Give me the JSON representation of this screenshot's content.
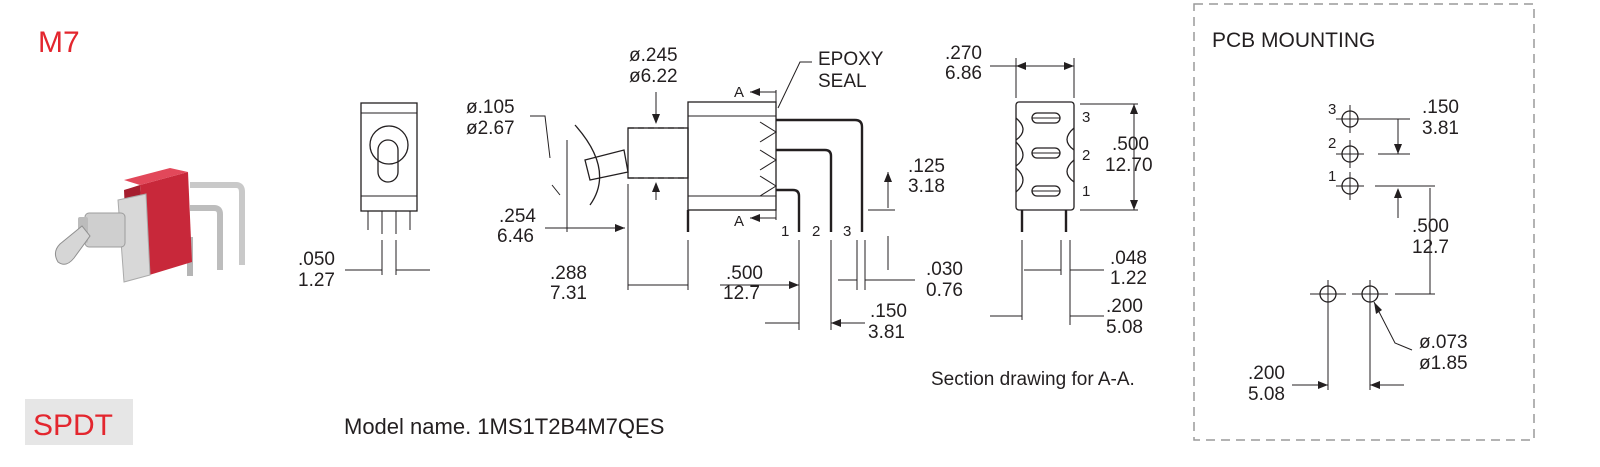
{
  "header": {
    "series_code": "M7"
  },
  "badge": {
    "label": "SPDT"
  },
  "model": {
    "label": "Model name. 1MS1T2B4M7QES"
  },
  "section_note": "Section drawing for A-A.",
  "pcb": {
    "title": "PCB MOUNTING"
  },
  "dims": {
    "pin_width": [
      ".050",
      "1.27"
    ],
    "bushing_dia": [
      "ø.245",
      "ø6.22"
    ],
    "lever_dia": [
      "ø.105",
      "ø2.67"
    ],
    "lever_len": [
      ".254",
      "6.46"
    ],
    "bushing_len": [
      ".288",
      "7.31"
    ],
    "body_len": [
      ".500",
      "12.7"
    ],
    "pin_height": [
      ".125",
      "3.18"
    ],
    "pin_thick": [
      ".030",
      "0.76"
    ],
    "pin_pitch_side": [
      ".150",
      "3.81"
    ],
    "body_width": [
      ".270",
      "6.86"
    ],
    "pin_span": [
      ".500",
      "12.70"
    ],
    "pin_face": [
      ".048",
      "1.22"
    ],
    "pin_gap": [
      ".200",
      "5.08"
    ],
    "pcb_pitch": [
      ".150",
      "3.81"
    ],
    "pcb_span": [
      ".500",
      "12.7"
    ],
    "pcb_hole": [
      "ø.073",
      "ø1.85"
    ],
    "pcb_gap": [
      ".200",
      "5.08"
    ]
  },
  "epoxy": [
    "EPOXY",
    "SEAL"
  ],
  "section_marks": [
    "A",
    "A"
  ],
  "pin_numbers": [
    "1",
    "2",
    "3"
  ],
  "colors": {
    "accent_red": "#e3262e",
    "badge_bg": "#e6e6e6",
    "line": "#231f20"
  }
}
